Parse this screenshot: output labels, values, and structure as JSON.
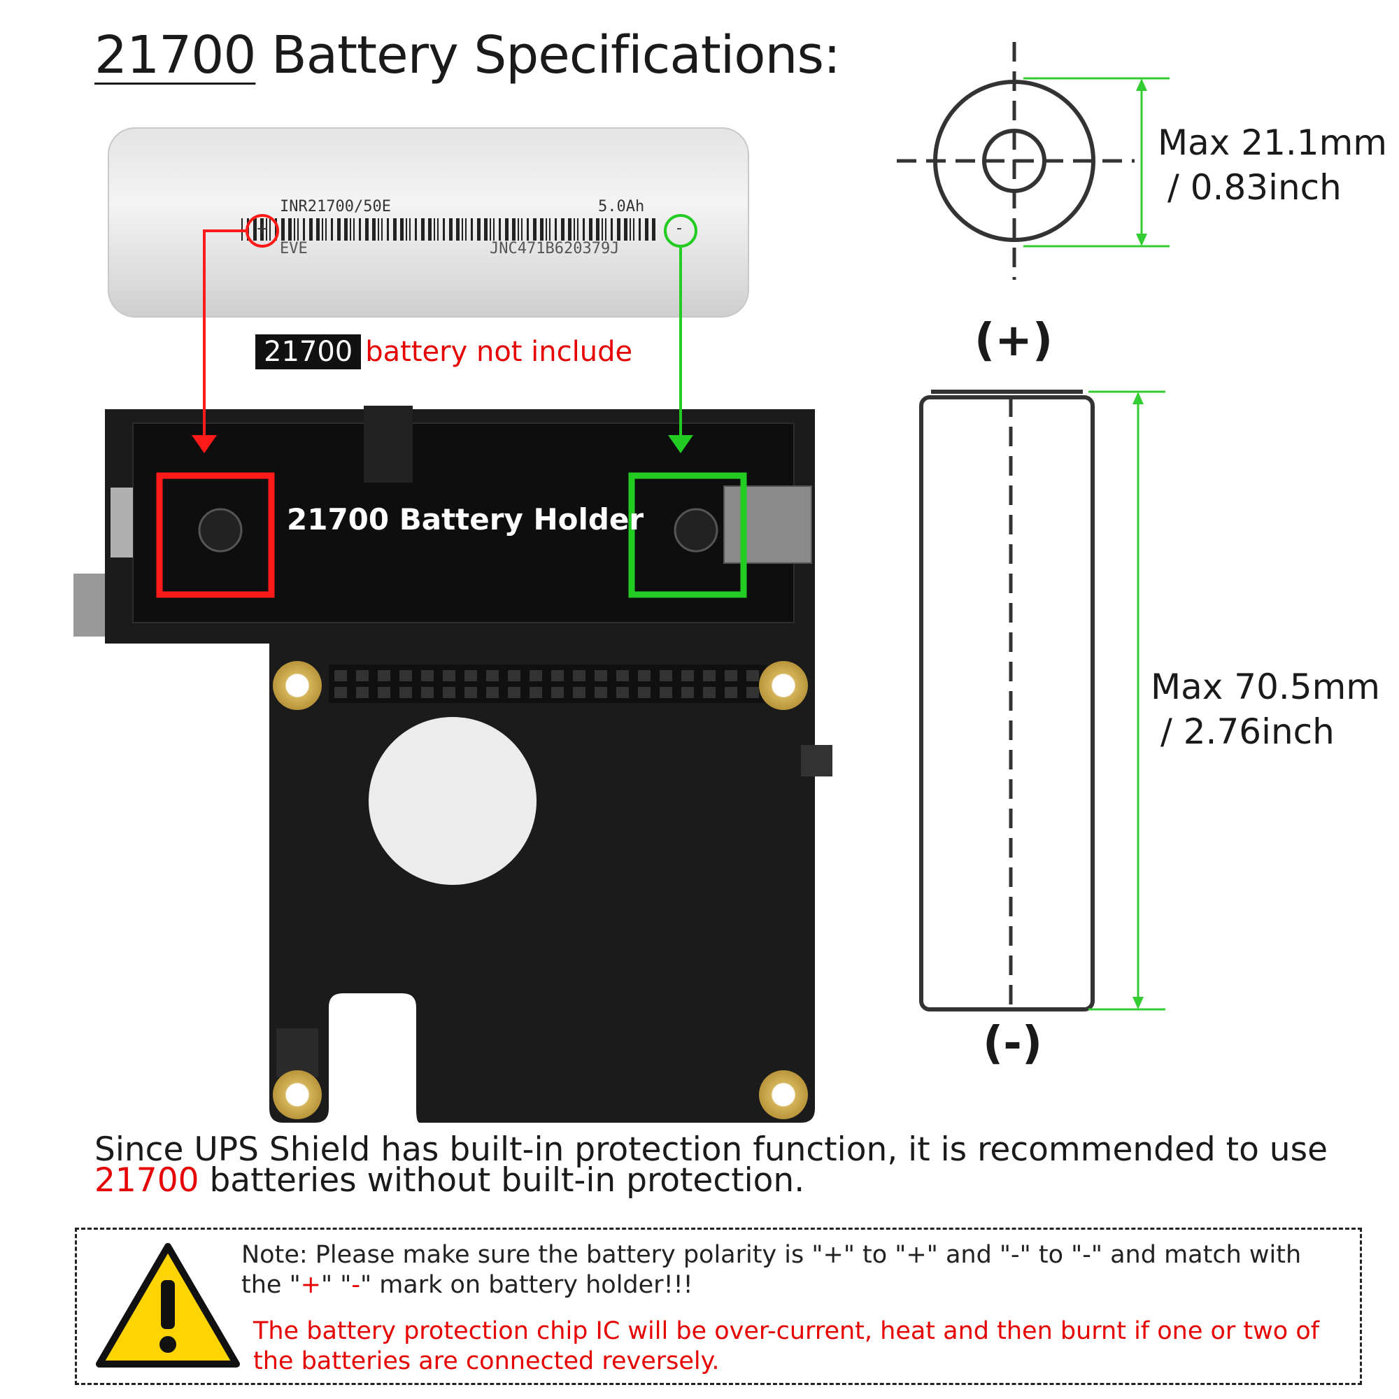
{
  "title": {
    "model": "21700",
    "text": " Battery Specifications:"
  },
  "battery_label": {
    "model": "INR21700/50E",
    "capacity": "5.0Ah",
    "brand": "EVE",
    "serial": "JNC471B620379J",
    "plus": "+",
    "minus": "-"
  },
  "not_included": {
    "model": "21700",
    "text": "battery not include"
  },
  "holder_label": "21700 Battery Holder",
  "diameter": {
    "line1": "Max 21.1mm",
    "line2": "/ 0.83inch"
  },
  "length": {
    "line1": "Max 70.5mm",
    "line2": "/ 2.76inch"
  },
  "polarity": {
    "positive": "(+)",
    "negative": "(-)"
  },
  "recommendation": {
    "part1": "Since UPS Shield has built-in protection function, it is recommended to use ",
    "model": "21700",
    "part2": " batteries without built-in protection."
  },
  "note": {
    "prefix": "Note: Please make sure the battery polarity is \"+\" to \"+\" and \"-\" to \"-\" and match with the \"",
    "plus": "+",
    "middle": "\" \"",
    "minus": "-",
    "suffix": "\" mark on battery holder!!!",
    "warning": "The battery protection chip IC will be over-current, heat and then burnt if one or two of the batteries are connected reversely."
  },
  "colors": {
    "positive": "#e60000",
    "negative": "#22cc22",
    "dimension": "#33cc33",
    "pcb": "#1b1b1b",
    "gold": "#c9a646"
  }
}
